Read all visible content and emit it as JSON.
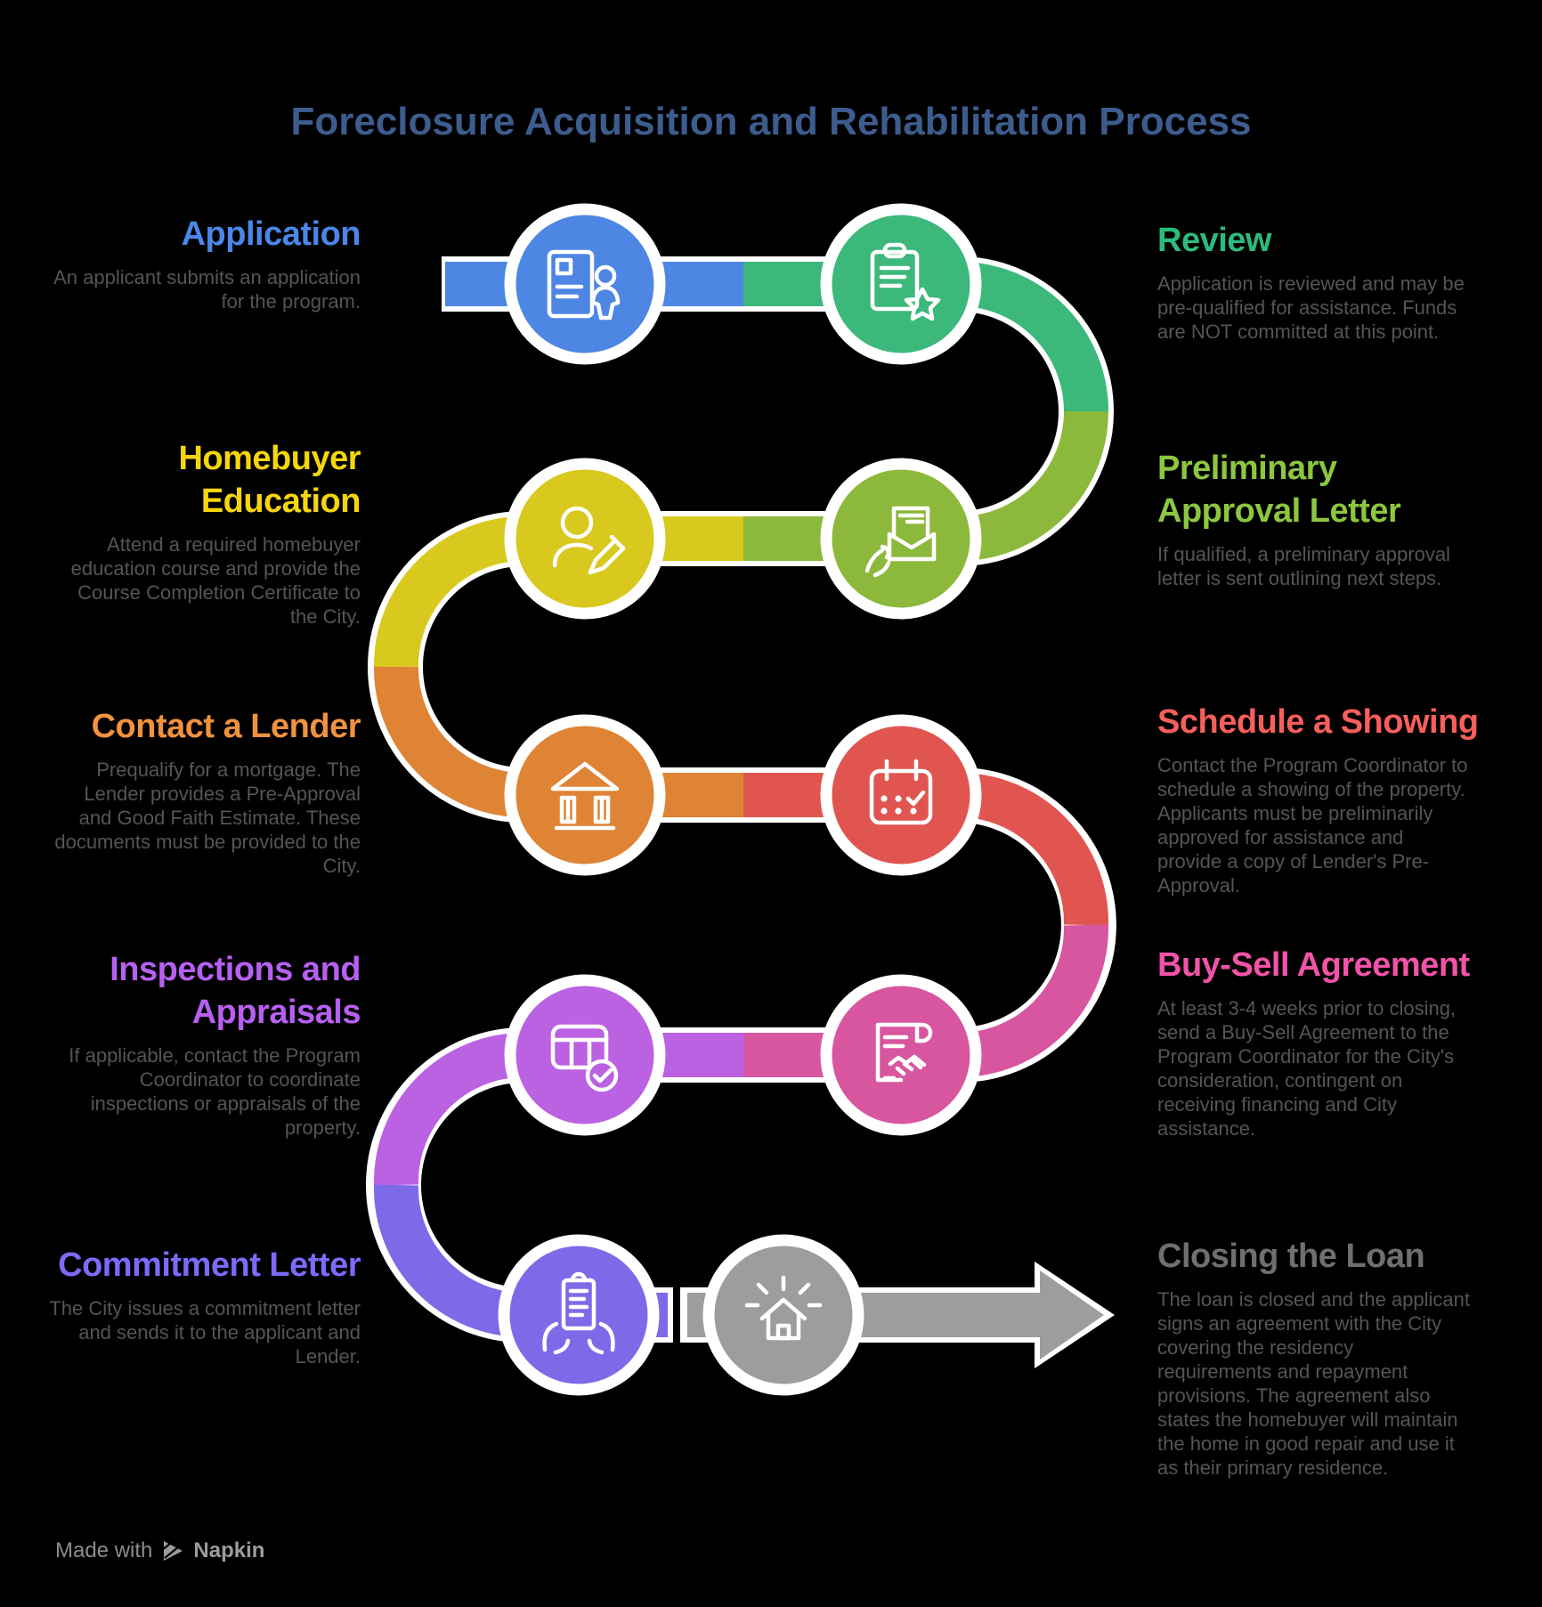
{
  "title": "Foreclosure Acquisition and Rehabilitation Process",
  "colors": {
    "background": "#000000",
    "title": "#3d5c8e",
    "body_text": "#555555",
    "arrow": "#9d9d9d"
  },
  "footer": {
    "made_with": "Made with",
    "brand": "Napkin"
  },
  "steps": [
    {
      "heading": "Application",
      "side": "left",
      "heading_color": "#4b87e8",
      "circle_color": "#4e86e4",
      "icon": "resume-icon",
      "description": "An applicant submits an application for the program."
    },
    {
      "heading": "Review",
      "side": "right",
      "heading_color": "#2bbc7d",
      "circle_color": "#3bb87a",
      "icon": "clipboard-star-icon",
      "description": "Application is reviewed and may be pre-qualified for assistance. Funds are NOT committed at this point."
    },
    {
      "heading": "Homebuyer\nEducation",
      "side": "left",
      "heading_color": "#f6d60b",
      "circle_color": "#d9c91f",
      "icon": "person-pencil-icon",
      "description": "Attend a required homebuyer education course and provide the Course Completion Certificate to the City."
    },
    {
      "heading": "Preliminary\nApproval Letter",
      "side": "right",
      "heading_color": "#8dc63f",
      "circle_color": "#8cb93b",
      "icon": "hand-letter-icon",
      "description": "If qualified, a preliminary approval letter is sent outlining next steps."
    },
    {
      "heading": "Contact a Lender",
      "side": "left",
      "heading_color": "#f0923f",
      "circle_color": "#de8434",
      "icon": "bank-icon",
      "description": "Prequalify for a mortgage. The Lender provides a Pre-Approval and Good Faith Estimate. These documents must be provided to the City."
    },
    {
      "heading": "Schedule a Showing",
      "side": "right",
      "heading_color": "#f75f5b",
      "circle_color": "#e05550",
      "icon": "calendar-check-icon",
      "description": "Contact the Program Coordinator to schedule a showing of the property. Applicants must be preliminarily approved for assistance and provide a copy of Lender's Pre-Approval."
    },
    {
      "heading": "Inspections and\nAppraisals",
      "side": "left",
      "heading_color": "#b660f2",
      "circle_color": "#bb62e2",
      "icon": "table-check-icon",
      "description": "If applicable, contact the Program Coordinator to coordinate inspections or appraisals of the property."
    },
    {
      "heading": "Buy-Sell Agreement",
      "side": "right",
      "heading_color": "#f153a8",
      "circle_color": "#d8569f",
      "icon": "agreement-handshake-icon",
      "description": "At least 3-4 weeks prior to closing, send a Buy-Sell Agreement to the Program Coordinator for the City's consideration, contingent on receiving financing and City assistance."
    },
    {
      "heading": "Commitment Letter",
      "side": "left",
      "heading_color": "#7c6afa",
      "circle_color": "#7d6ae8",
      "icon": "hands-document-icon",
      "description": "The City issues a commitment letter and sends it to the applicant and Lender."
    },
    {
      "heading": "Closing the Loan",
      "side": "right",
      "heading_color": "#6f6f6f",
      "circle_color": "#9d9d9d",
      "icon": "house-rays-icon",
      "description": "The loan is closed and the applicant signs an agreement with the City covering the residency requirements and repayment provisions. The agreement also states the homebuyer will maintain the home in good repair and use it as their primary residence."
    }
  ]
}
